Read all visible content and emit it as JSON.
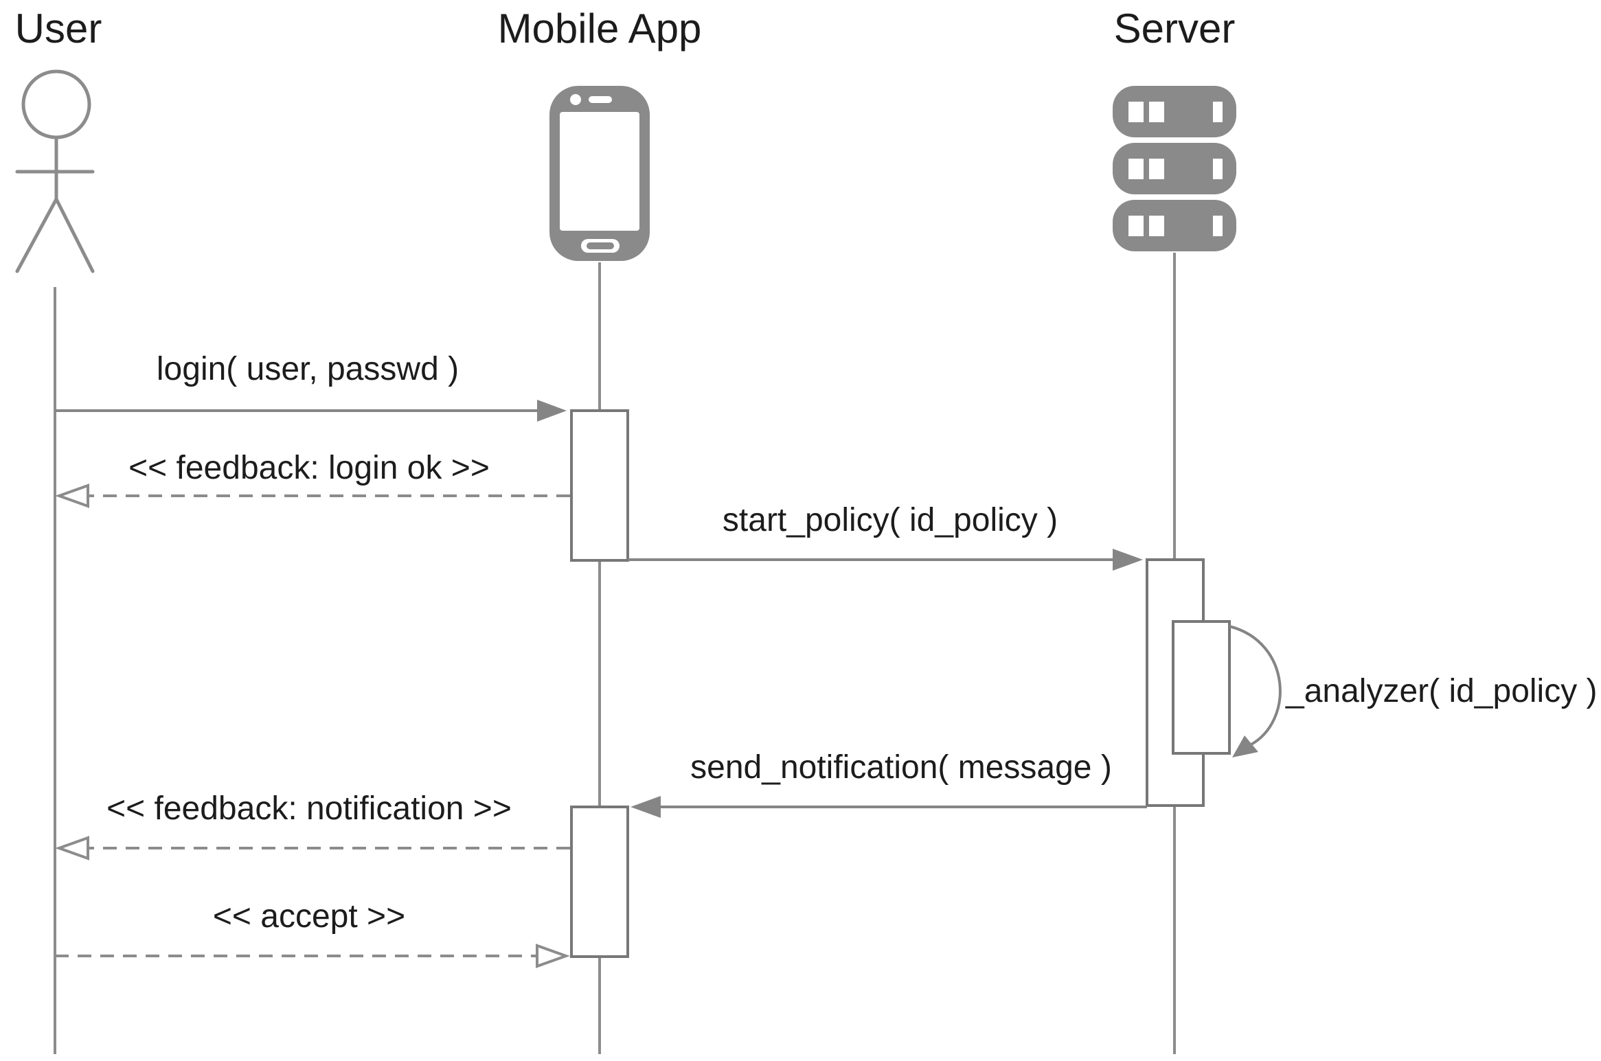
{
  "participants": {
    "user": "User",
    "mobile_app": "Mobile App",
    "server": "Server"
  },
  "messages": {
    "login": "login( user, passwd )",
    "feedback_login": "<< feedback: login ok >>",
    "start_policy": "start_policy( id_policy )",
    "analyzer": "_analyzer( id_policy )",
    "send_notification": "send_notification( message )",
    "feedback_notification": "<< feedback: notification >>",
    "accept": "<< accept >>"
  },
  "icons": {
    "user": "stick-figure-actor-icon",
    "mobile_app": "smartphone-icon",
    "server": "server-rack-icon"
  },
  "colors": {
    "lines": "#8c8c8c",
    "icons": "#8a8a8a",
    "text": "#1c1c1c"
  }
}
